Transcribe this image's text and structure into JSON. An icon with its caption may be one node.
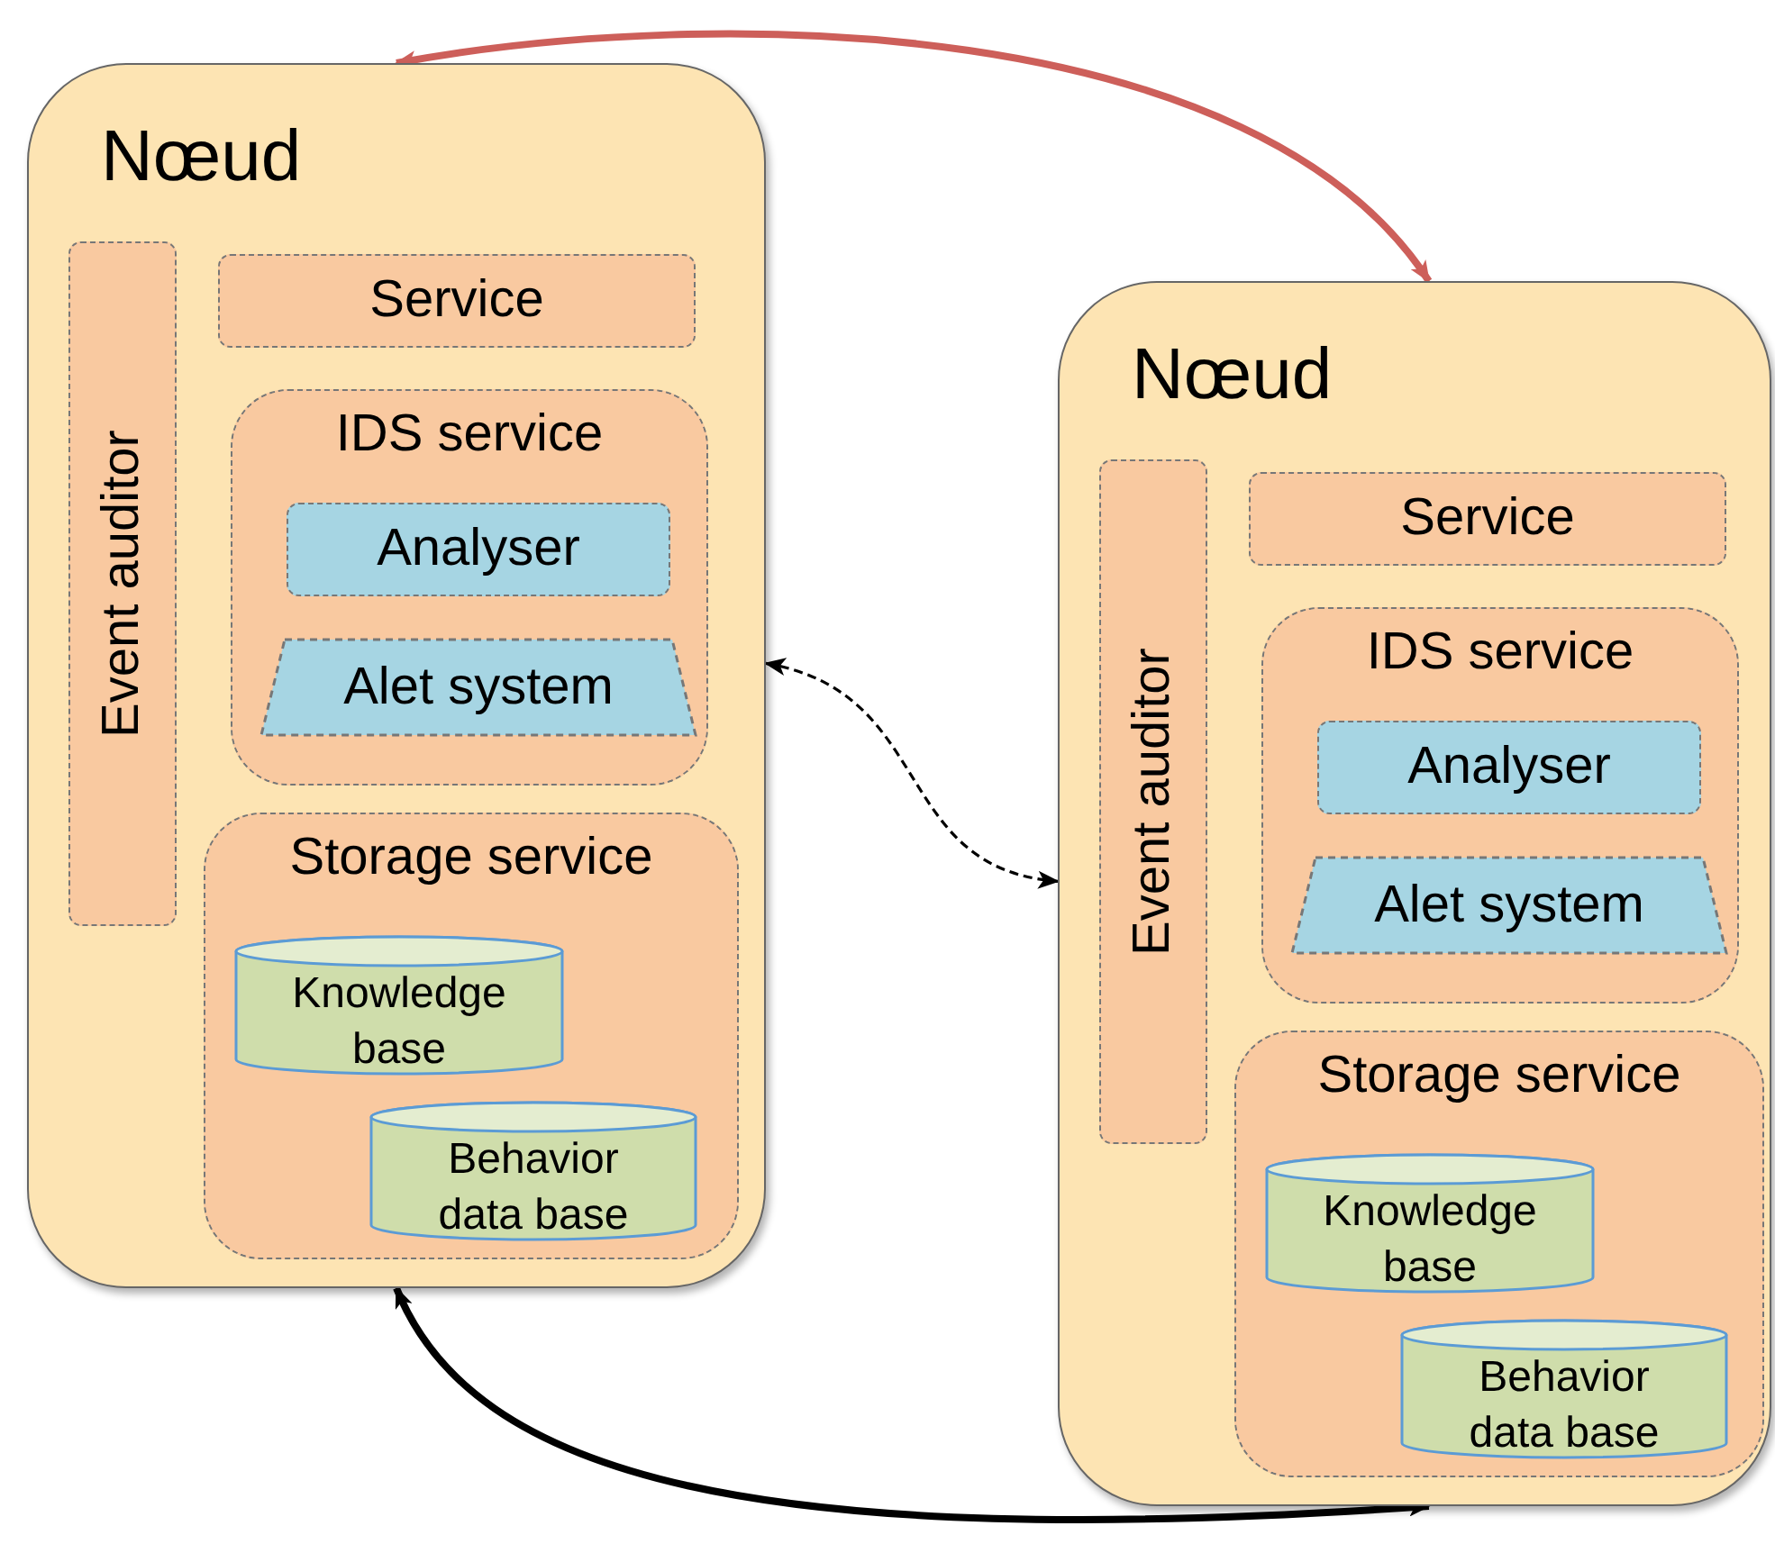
{
  "diagram": {
    "nodes": [
      {
        "text": [
          "Nœud"
        ]
      },
      {
        "text": [
          "Event auditor"
        ],
        "in": 0
      },
      {
        "text": [
          "Service"
        ],
        "in": 0
      },
      {
        "text": [
          "IDS service"
        ],
        "in": 0
      },
      {
        "text": [
          "Analyser"
        ],
        "in": 3
      },
      {
        "text": [
          "Alet system"
        ],
        "in": 3
      },
      {
        "text": [
          "Storage service"
        ],
        "in": 0
      },
      {
        "text": [
          "Knowledge base"
        ],
        "in": 6
      },
      {
        "text": [
          "Behavior data base"
        ],
        "in": 6
      },
      {
        "text": [
          "Nœud"
        ]
      },
      {
        "text": [
          "Event auditor"
        ],
        "in": 9
      },
      {
        "text": [
          "Service"
        ],
        "in": 9
      },
      {
        "text": [
          "IDS service"
        ],
        "in": 9
      },
      {
        "text": [
          "Analyser"
        ],
        "in": 12
      },
      {
        "text": [
          "Alet system"
        ],
        "in": 12
      },
      {
        "text": [
          "Storage service"
        ],
        "in": 9
      },
      {
        "text": [
          "Knowledge base"
        ],
        "in": 15
      },
      {
        "text": [
          "Behavior data base"
        ],
        "in": 15
      }
    ],
    "edges": [
      {
        "from": 0,
        "to": 9,
        "arrow": "both",
        "color": "#cd5f5a"
      },
      {
        "from": 0,
        "to": 9,
        "arrow": "both",
        "style": "dashed"
      },
      {
        "from": 0,
        "to": 9,
        "arrow": "both"
      }
    ]
  }
}
